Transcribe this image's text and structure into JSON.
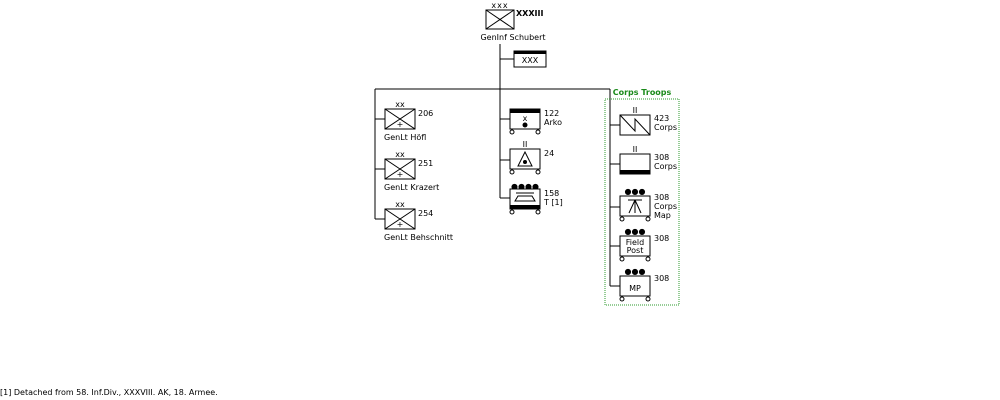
{
  "corps": {
    "echelon": "XXXIII",
    "symbol_xs": "xxx",
    "commander": "GenInf Schubert",
    "hq_symbol": "XXX"
  },
  "divisions": [
    {
      "echelon": "xx",
      "number": "206",
      "commander": "GenLt Höfl",
      "marker": "+"
    },
    {
      "echelon": "xx",
      "number": "251",
      "commander": "GenLt Krazert",
      "marker": "+"
    },
    {
      "echelon": "xx",
      "number": "254",
      "commander": "GenLt Behschnitt",
      "marker": "+"
    }
  ],
  "artillery": {
    "arko": {
      "echelon": "x",
      "number": "122",
      "name": "Arko"
    },
    "unit24": {
      "echelon": "II",
      "number": "24"
    },
    "train": {
      "echelon": "●●●●",
      "number": "158",
      "name": "T [1]"
    }
  },
  "corps_troops": {
    "title": "Corps Troops",
    "units": [
      {
        "echelon": "II",
        "number": "423",
        "name": "Corps"
      },
      {
        "echelon": "II",
        "number": "308",
        "name": "Corps"
      },
      {
        "echelon": "●●●",
        "number": "308",
        "name": "Corps",
        "name2": "Map"
      },
      {
        "echelon": "●●●",
        "number": "308",
        "box_line1": "Field",
        "box_line2": "Post"
      },
      {
        "echelon": "●●●",
        "number": "308",
        "box_text": "MP"
      }
    ],
    "border_color": "#2e9b2e",
    "title_color": "#1a8a1a"
  },
  "footnote": "[1] Detached from 58. Inf.Div., XXXVIII. AK, 18. Armee."
}
